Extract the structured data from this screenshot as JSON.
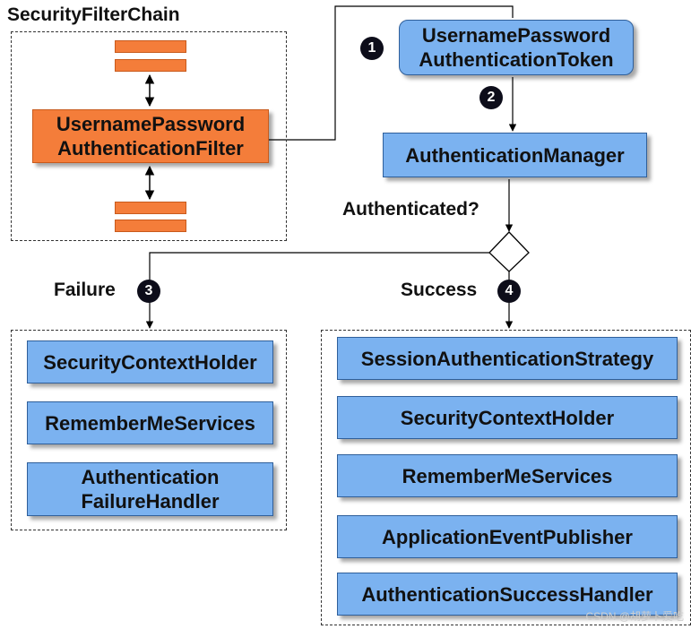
{
  "title": "SecurityFilterChain",
  "filter_chain": {
    "filter_label": "UsernamePassword\nAuthenticationFilter"
  },
  "token": {
    "label": "UsernamePassword\nAuthenticationToken"
  },
  "manager": {
    "label": "AuthenticationManager"
  },
  "decision": {
    "label": "Authenticated?"
  },
  "failure": {
    "label": "Failure",
    "items": [
      "SecurityContextHolder",
      "RememberMeServices",
      "Authentication\nFailureHandler"
    ]
  },
  "success": {
    "label": "Success",
    "items": [
      "SessionAuthenticationStrategy",
      "SecurityContextHolder",
      "RememberMeServices",
      "ApplicationEventPublisher",
      "AuthenticationSuccessHandler"
    ]
  },
  "badges": {
    "one": "1",
    "two": "2",
    "three": "3",
    "four": "4"
  },
  "watermark": "CSDN @胡萝卜爱吃"
}
